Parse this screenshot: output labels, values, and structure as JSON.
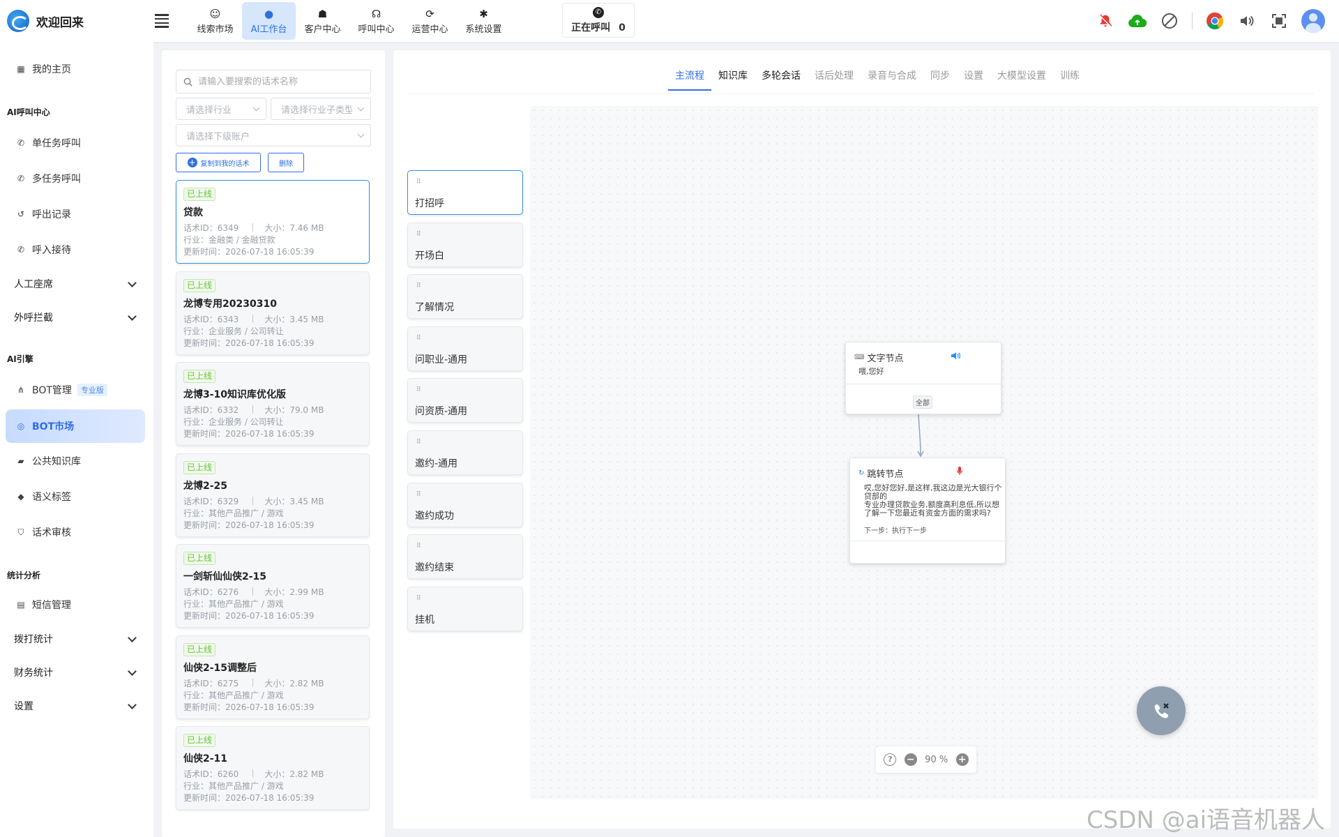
{
  "brand": {
    "title": "欢迎回来"
  },
  "topnav": [
    {
      "label": "线索市场",
      "icon": "☺",
      "active": false
    },
    {
      "label": "AI工作台",
      "icon": "●",
      "active": true
    },
    {
      "label": "客户中心",
      "icon": "☗",
      "active": false
    },
    {
      "label": "呼叫中心",
      "icon": "☊",
      "active": false
    },
    {
      "label": "运营中心",
      "icon": "⟳",
      "active": false
    },
    {
      "label": "系统设置",
      "icon": "✱",
      "active": false
    }
  ],
  "calling": {
    "label": "正在呼叫",
    "count": "0"
  },
  "toolbar_icons": [
    "bell-off-icon",
    "cloud-upload-icon",
    "block-icon",
    "chrome-icon",
    "volume-icon",
    "fullscreen-icon",
    "avatar"
  ],
  "colors": {
    "accent": "#2f6fe0",
    "online": "#67c23a",
    "bell": "#e53935",
    "cloud": "#1aad19"
  },
  "sidebar": {
    "home": "我的主页",
    "section_ai_call": "AI呼叫中心",
    "single_task_call": "单任务呼叫",
    "multi_task_call": "多任务呼叫",
    "outbound_records": "呼出记录",
    "inbound_reception": "呼入接待",
    "manual_seat": "人工座席",
    "outbound_intercept": "外呼拦截",
    "section_ai_engine": "AI引擎",
    "bot_manage": "BOT管理",
    "bot_badge": "专业版",
    "bot_market": "BOT市场",
    "public_kb": "公共知识库",
    "semantic_tags": "语义标签",
    "script_review": "话术审核",
    "section_stats": "统计分析",
    "sms_manage": "短信管理",
    "dial_stats": "拨打统计",
    "finance_stats": "财务统计",
    "settings": "设置"
  },
  "list": {
    "search_placeholder": "请输入要搜索的话术名称",
    "industry_placeholder": "请选择行业",
    "sub_industry_placeholder": "请选择行业子类型",
    "account_placeholder": "请选择下级账户",
    "copy_button": "复制到我的话术",
    "delete_button": "删除",
    "items": [
      {
        "status": "已上线",
        "name": "贷款",
        "id_text": "话术ID：6349",
        "size_text": "大小：7.46 MB",
        "industry_text": "行业：金融类 / 金融贷款",
        "updated_text": "更新时间：2026-07-18 16:05:39"
      },
      {
        "status": "已上线",
        "name": "龙博专用20230310",
        "id_text": "话术ID：6343",
        "size_text": "大小：3.45 MB",
        "industry_text": "行业：企业服务 / 公司转让",
        "updated_text": "更新时间：2026-07-18 16:05:39"
      },
      {
        "status": "已上线",
        "name": "龙博3-10知识库优化版",
        "id_text": "话术ID：6332",
        "size_text": "大小：79.0 MB",
        "industry_text": "行业：企业服务 / 公司转让",
        "updated_text": "更新时间：2026-07-18 16:05:39"
      },
      {
        "status": "已上线",
        "name": "龙博2-25",
        "id_text": "话术ID：6329",
        "size_text": "大小：3.45 MB",
        "industry_text": "行业：其他产品推广 / 游戏",
        "updated_text": "更新时间：2026-07-18 16:05:39"
      },
      {
        "status": "已上线",
        "name": "一剑斩仙仙侠2-15",
        "id_text": "话术ID：6276",
        "size_text": "大小：2.99 MB",
        "industry_text": "行业：其他产品推广 / 游戏",
        "updated_text": "更新时间：2026-07-18 16:05:39"
      },
      {
        "status": "已上线",
        "name": "仙侠2-15调整后",
        "id_text": "话术ID：6275",
        "size_text": "大小：2.82 MB",
        "industry_text": "行业：其他产品推广 / 游戏",
        "updated_text": "更新时间：2026-07-18 16:05:39"
      },
      {
        "status": "已上线",
        "name": "仙侠2-11",
        "id_text": "话术ID：6260",
        "size_text": "大小：2.82 MB",
        "industry_text": "行业：其他产品推广 / 游戏",
        "updated_text": "更新时间：2026-07-18 16:05:39"
      }
    ]
  },
  "editor": {
    "tabs": [
      {
        "label": "主流程",
        "state": "active"
      },
      {
        "label": "知识库",
        "state": "dark"
      },
      {
        "label": "多轮会话",
        "state": "dark"
      },
      {
        "label": "话后处理",
        "state": "muted"
      },
      {
        "label": "录音与合成",
        "state": "muted"
      },
      {
        "label": "同步",
        "state": "muted"
      },
      {
        "label": "设置",
        "state": "muted"
      },
      {
        "label": "大模型设置",
        "state": "muted"
      },
      {
        "label": "训练",
        "state": "muted"
      }
    ],
    "flow_nodes": [
      "打招呼",
      "开场白",
      "了解情况",
      "问职业-通用",
      "问资质-通用",
      "邀约-通用",
      "邀约成功",
      "邀约结束",
      "挂机"
    ],
    "text_node": {
      "title": "文字节点",
      "content": "喂,您好",
      "branch": "全部"
    },
    "jump_node": {
      "title": "跳转节点",
      "content_lines": [
        "哎,您好您好,是这样,我这边是光大银行个",
        "贷部的",
        "专业办理贷款业务,额度高利息低,所以想",
        "了解一下您最近有资金方面的需求吗?"
      ],
      "next": "下一步：执行下一步"
    },
    "zoom": "90 %"
  },
  "watermark": "CSDN @ai语音机器人"
}
